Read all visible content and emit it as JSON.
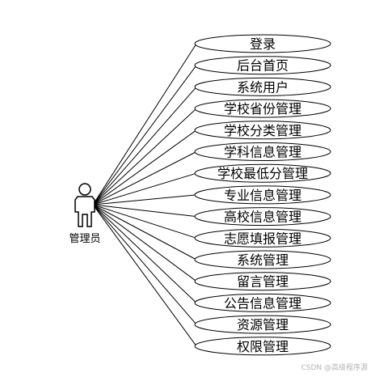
{
  "actor": {
    "label": "管理员"
  },
  "use_cases": [
    {
      "label": "登录"
    },
    {
      "label": "后台首页"
    },
    {
      "label": "系统用户"
    },
    {
      "label": "学校省份管理"
    },
    {
      "label": "学校分类管理"
    },
    {
      "label": "学科信息管理"
    },
    {
      "label": "学校最低分管理"
    },
    {
      "label": "专业信息管理"
    },
    {
      "label": "高校信息管理"
    },
    {
      "label": "志愿填报管理"
    },
    {
      "label": "系统管理"
    },
    {
      "label": "留言管理"
    },
    {
      "label": "公告信息管理"
    },
    {
      "label": "资源管理"
    },
    {
      "label": "权限管理"
    }
  ],
  "watermark": "CSDN @高级程序源"
}
